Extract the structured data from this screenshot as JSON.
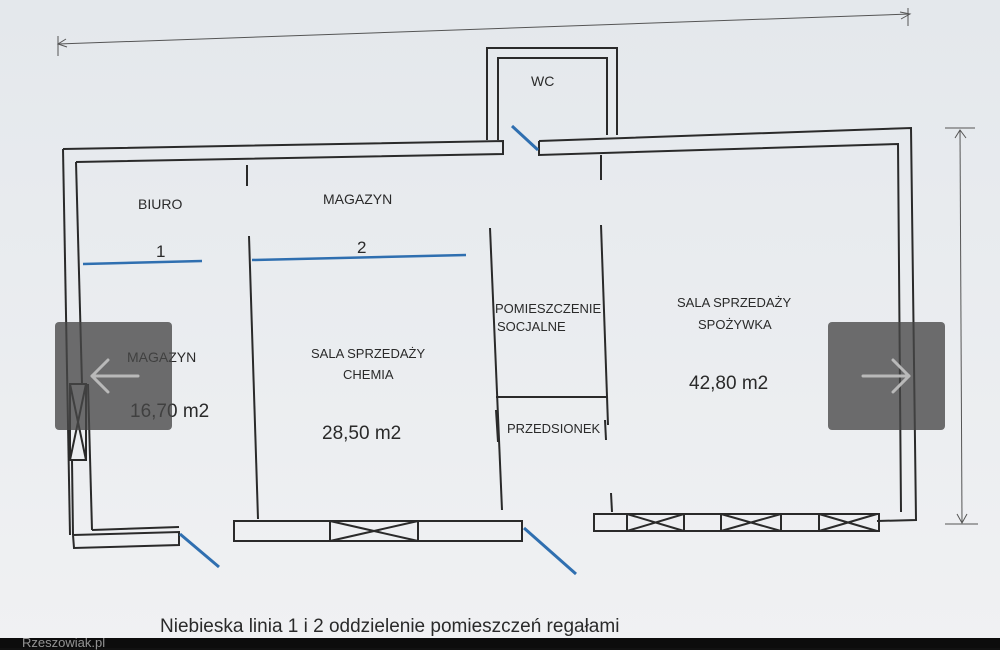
{
  "plan": {
    "rooms": {
      "wc": "WC",
      "biuro": "BIURO",
      "magazyn_top": "MAGAZYN",
      "marker_1": "1",
      "marker_2": "2",
      "pomieszczenie_line1": "POMIESZCZENIE",
      "pomieszczenie_line2": "SOCJALNE",
      "sala_spozywka_line1": "SALA SPRZEDAŻY",
      "sala_spozywka_line2": "SPOŻYWKA",
      "spozywka_area": "42,80 m2",
      "magazyn_left": "MAGAZYN",
      "magazyn_left_area": "16,70 m2",
      "sala_chemia_line1": "SALA SPRZEDAŻY",
      "sala_chemia_line2": "CHEMIA",
      "chemia_area": "28,50 m2",
      "przedsionek": "PRZEDSIONEK"
    },
    "caption": "Niebieska linia 1 i 2 oddzielenie pomieszczeń regałami"
  },
  "gallery": {
    "prev_icon": "arrow-left-icon",
    "next_icon": "arrow-right-icon"
  },
  "watermark": "Rzeszowiak.pl",
  "colors": {
    "paper": "#e9ecef",
    "wall": "#2a2a2a",
    "blue_line": "#2f6fb0",
    "overlay": "#464646"
  }
}
